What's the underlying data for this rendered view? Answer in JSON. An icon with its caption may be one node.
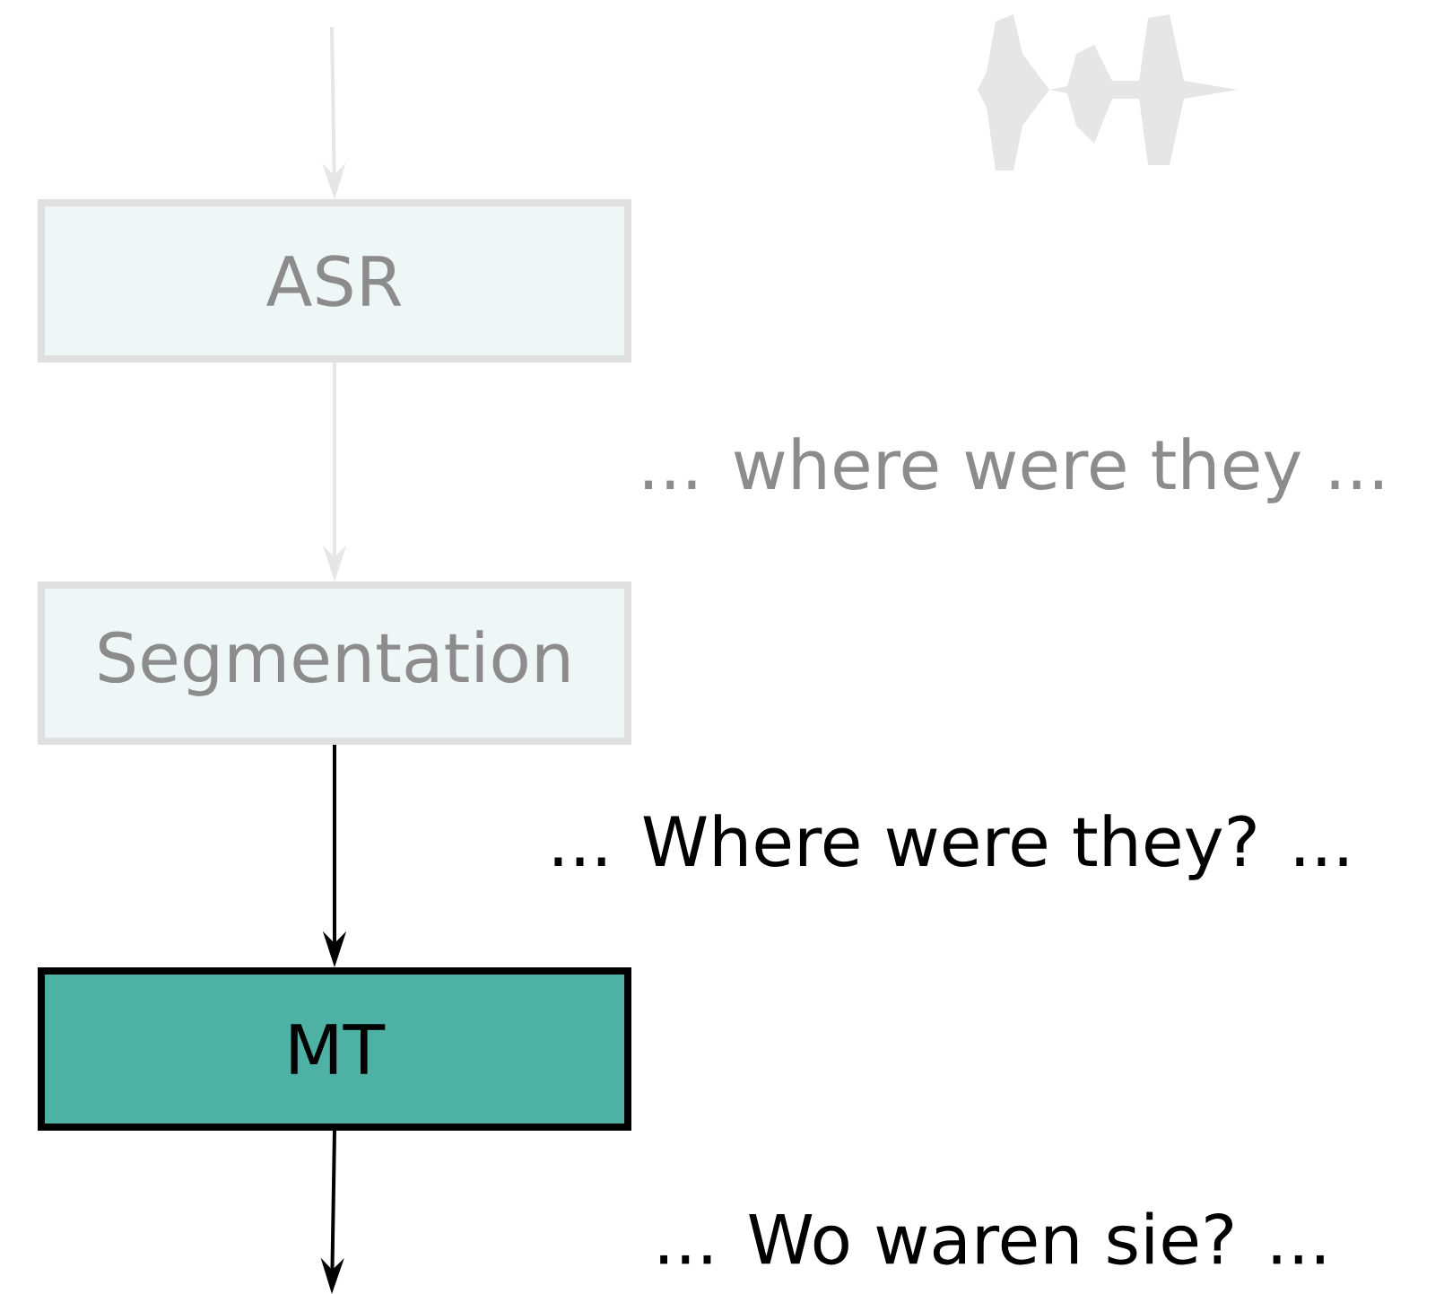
{
  "diagram": {
    "nodes": [
      {
        "text": [
          "ASR"
        ]
      },
      {
        "text": [
          "Segmentation"
        ]
      },
      {
        "text": [
          "MT"
        ]
      }
    ],
    "edges": [
      {
        "from": null,
        "to": 0,
        "arrow": "to",
        "color": "#e6e6e6"
      },
      {
        "from": 0,
        "to": 1,
        "arrow": "to",
        "color": "#e6e6e6",
        "label": "... where were they ..."
      },
      {
        "from": 1,
        "to": 2,
        "arrow": "to",
        "color": "#000000",
        "label": "... Where were they? ..."
      },
      {
        "from": 2,
        "to": null,
        "arrow": "to",
        "color": "#000000",
        "label": "... Wo waren sie? ..."
      }
    ]
  }
}
